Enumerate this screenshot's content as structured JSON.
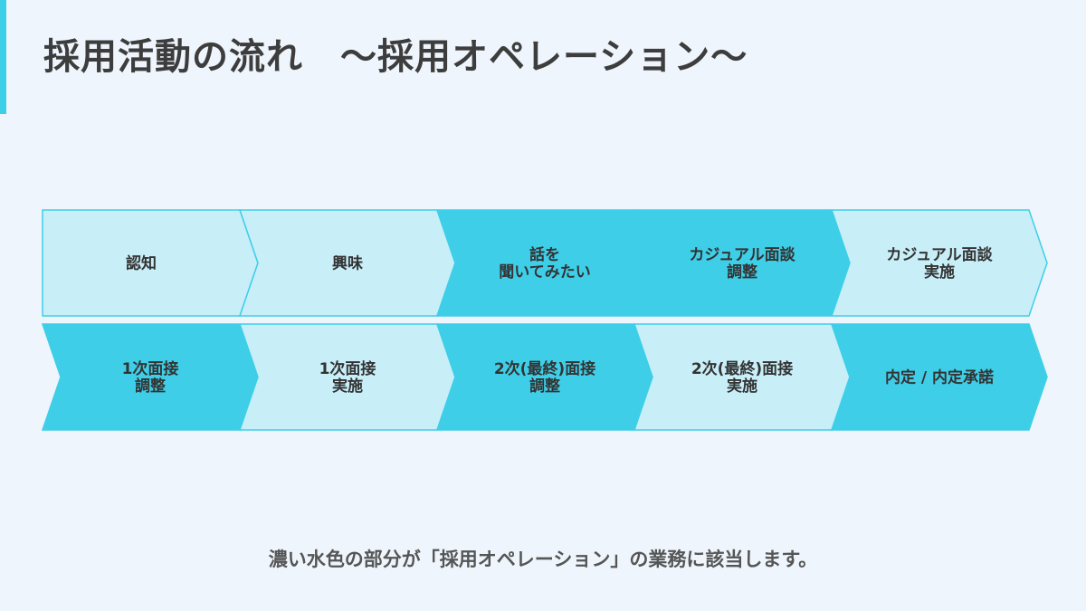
{
  "title": "採用活動の流れ　～採用オペレーション～",
  "colors": {
    "dark": "#3fcee8",
    "light": "#c8eef8",
    "stroke": "#3ecfe8",
    "accent": "#3ecfe8"
  },
  "rows": [
    [
      {
        "lines": [
          "認知"
        ],
        "style": "light"
      },
      {
        "lines": [
          "興味"
        ],
        "style": "light"
      },
      {
        "lines": [
          "話を",
          "聞いてみたい"
        ],
        "style": "dark"
      },
      {
        "lines": [
          "カジュアル面談",
          "調整"
        ],
        "style": "dark"
      },
      {
        "lines": [
          "カジュアル面談",
          "実施"
        ],
        "style": "light"
      }
    ],
    [
      {
        "lines": [
          "1次面接",
          "調整"
        ],
        "style": "dark"
      },
      {
        "lines": [
          "1次面接",
          "実施"
        ],
        "style": "light"
      },
      {
        "lines": [
          "2次(最終)面接",
          "調整"
        ],
        "style": "dark"
      },
      {
        "lines": [
          "2次(最終)面接",
          "実施"
        ],
        "style": "light"
      },
      {
        "lines": [
          "内定 / 内定承諾"
        ],
        "style": "dark"
      }
    ]
  ],
  "footnote": "濃い水色の部分が「採用オペレーション」の業務に該当します。"
}
